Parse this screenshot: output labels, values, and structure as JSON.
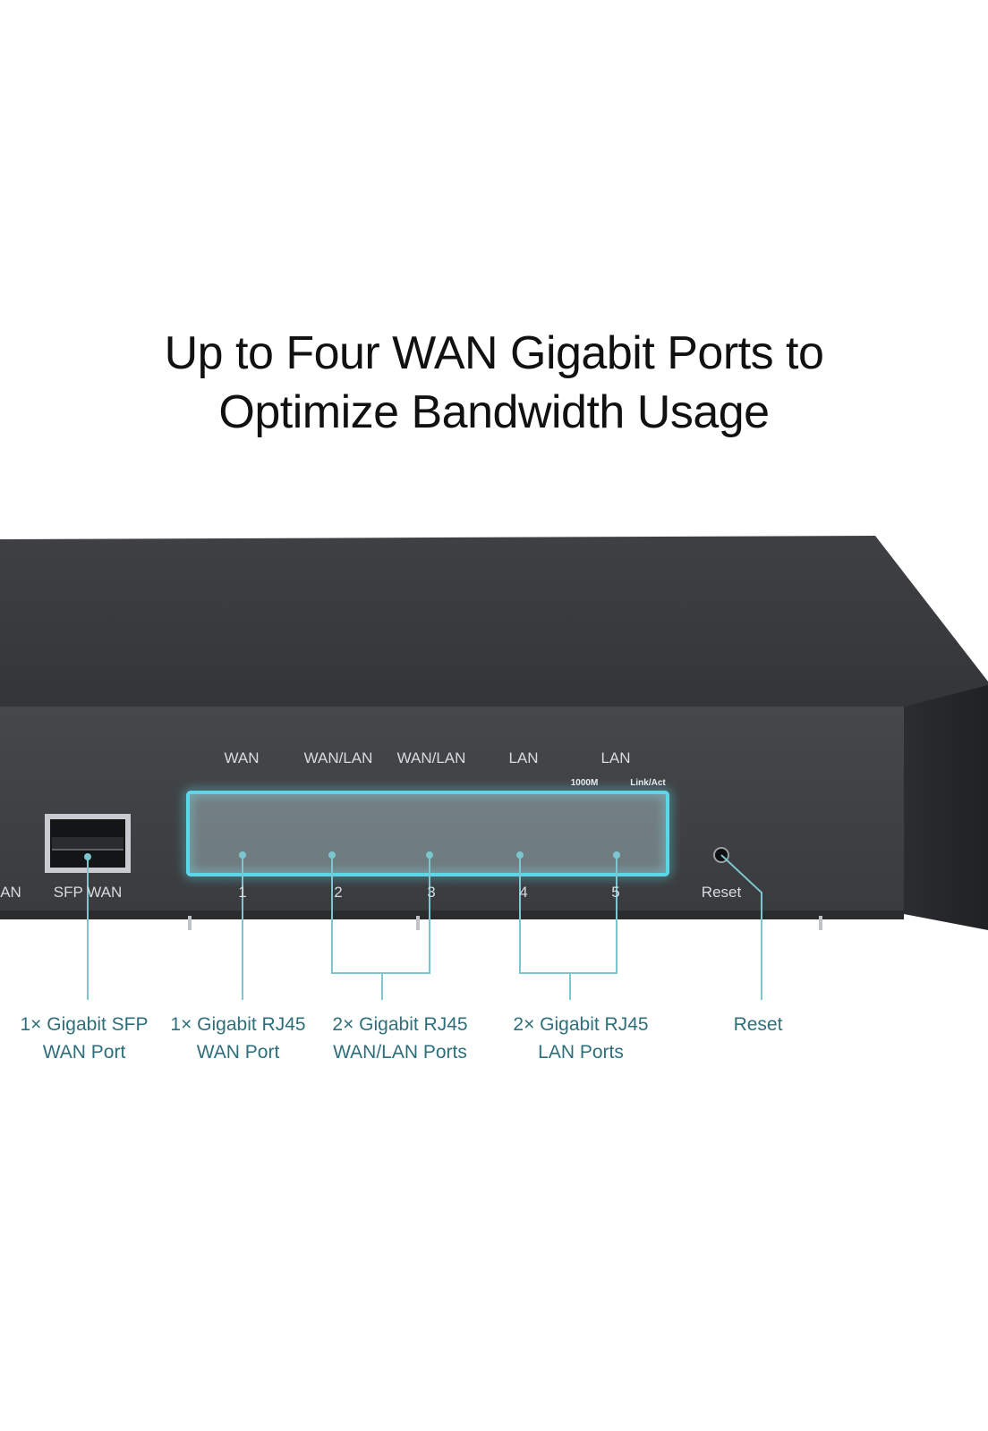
{
  "headline": {
    "line1": "Up to Four WAN Gigabit Ports to",
    "line2": "Optimize Bandwidth Usage"
  },
  "panel": {
    "top_labels": [
      "WAN",
      "WAN/LAN",
      "WAN/LAN",
      "LAN",
      "LAN"
    ],
    "led_labels": {
      "speed": "1000M",
      "link": "Link/Act"
    },
    "bottom_labels": {
      "left_cut": "AN",
      "sfp": "SFP WAN",
      "port_numbers": [
        "1",
        "2",
        "3",
        "4",
        "5"
      ],
      "reset": "Reset"
    }
  },
  "callouts": [
    {
      "line1": "1× Gigabit SFP",
      "line2": "WAN Port"
    },
    {
      "line1": "1× Gigabit RJ45",
      "line2": "WAN Port"
    },
    {
      "line1": "2× Gigabit RJ45",
      "line2": "WAN/LAN Ports"
    },
    {
      "line1": "2× Gigabit RJ45",
      "line2": "LAN Ports"
    },
    {
      "line1": "Reset",
      "line2": ""
    }
  ],
  "colors": {
    "device_body": "#3a3c3f",
    "highlight": "#5fd6e8",
    "callout_text": "#2d6f7a",
    "leader_line": "#7cc6d1"
  }
}
